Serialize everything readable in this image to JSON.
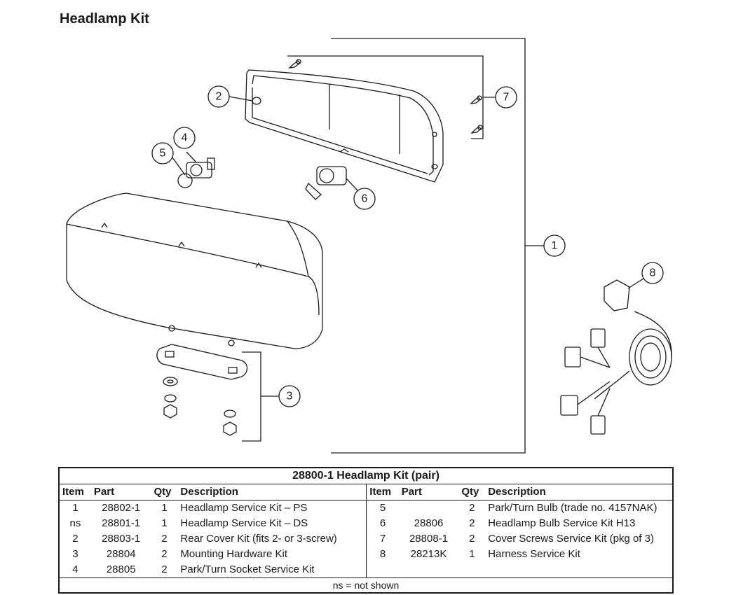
{
  "page": {
    "title": "Headlamp Kit"
  },
  "callouts": {
    "c1": "1",
    "c2": "2",
    "c3": "3",
    "c4": "4",
    "c5": "5",
    "c6": "6",
    "c7": "7",
    "c8": "8"
  },
  "table": {
    "title": "28800-1  Headlamp Kit (pair)",
    "headers": {
      "item": "Item",
      "part": "Part",
      "qty": "Qty",
      "description": "Description"
    },
    "rows": [
      {
        "left": {
          "item": "1",
          "part": "28802-1",
          "qty": "1",
          "description": "Headlamp Service Kit – PS"
        },
        "right": {
          "item": "5",
          "part": "",
          "qty": "2",
          "description": "Park/Turn Bulb (trade no. 4157NAK)"
        }
      },
      {
        "left": {
          "item": "ns",
          "part": "28801-1",
          "qty": "1",
          "description": "Headlamp Service Kit – DS"
        },
        "right": {
          "item": "6",
          "part": "28806",
          "qty": "2",
          "description": "Headlamp Bulb Service Kit H13"
        }
      },
      {
        "left": {
          "item": "2",
          "part": "28803-1",
          "qty": "2",
          "description": "Rear Cover Kit (fits 2- or 3-screw)"
        },
        "right": {
          "item": "7",
          "part": "28808-1",
          "qty": "2",
          "description": "Cover Screws Service Kit (pkg of 3)"
        }
      },
      {
        "left": {
          "item": "3",
          "part": "28804",
          "qty": "2",
          "description": "Mounting Hardware Kit"
        },
        "right": {
          "item": "8",
          "part": "28213K",
          "qty": "1",
          "description": "Harness Service Kit"
        }
      },
      {
        "left": {
          "item": "4",
          "part": "28805",
          "qty": "2",
          "description": "Park/Turn Socket Service Kit"
        },
        "right": {
          "item": "",
          "part": "",
          "qty": "",
          "description": ""
        }
      }
    ],
    "footnote": "ns = not shown"
  }
}
